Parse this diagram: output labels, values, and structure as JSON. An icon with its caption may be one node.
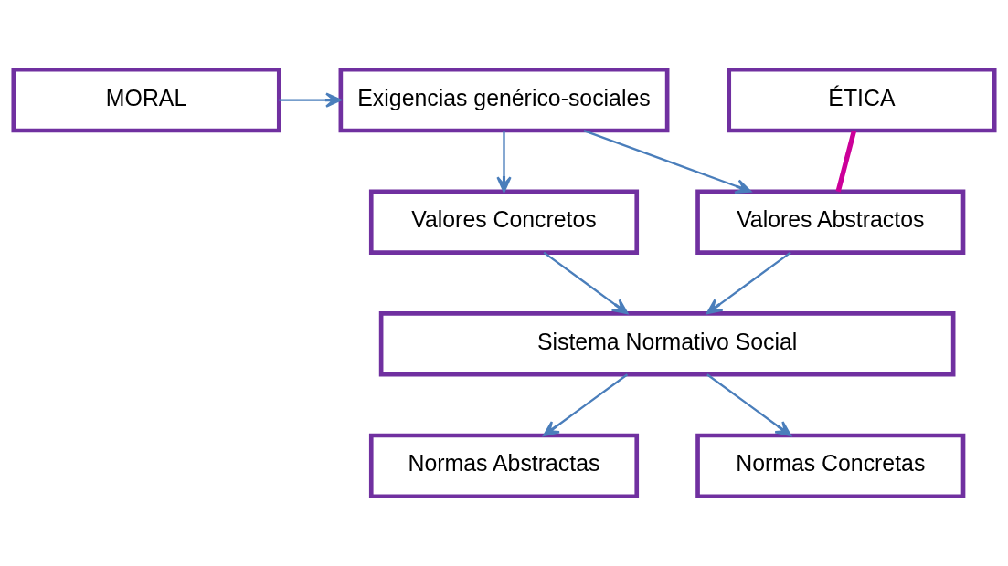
{
  "diagram": {
    "nodes": [
      {
        "text": [
          "MORAL"
        ]
      },
      {
        "text": [
          "Exigencias genérico-sociales"
        ]
      },
      {
        "text": [
          "Valores Abstractos"
        ]
      },
      {
        "text": [
          "Valores Concretos"
        ]
      },
      {
        "text": [
          "ÉTICA"
        ]
      },
      {
        "text": [
          "Sistema Normativo Social"
        ]
      },
      {
        "text": [
          "Normas Abstractas"
        ]
      },
      {
        "text": [
          "Normas Concretas"
        ]
      }
    ],
    "edges": [
      {
        "from": 0,
        "to": 1,
        "arrow": "to"
      },
      {
        "from": 1,
        "to": 2,
        "arrow": "to"
      },
      {
        "from": 1,
        "to": 3,
        "arrow": "to"
      },
      {
        "from": 4,
        "to": 2,
        "arrow": "none",
        "style": "thick",
        "color": "#cc0099"
      },
      {
        "from": 2,
        "to": 5,
        "arrow": "to"
      },
      {
        "from": 3,
        "to": 5,
        "arrow": "to"
      },
      {
        "from": 5,
        "to": 6,
        "arrow": "to"
      },
      {
        "from": 5,
        "to": 7,
        "arrow": "to"
      }
    ]
  }
}
